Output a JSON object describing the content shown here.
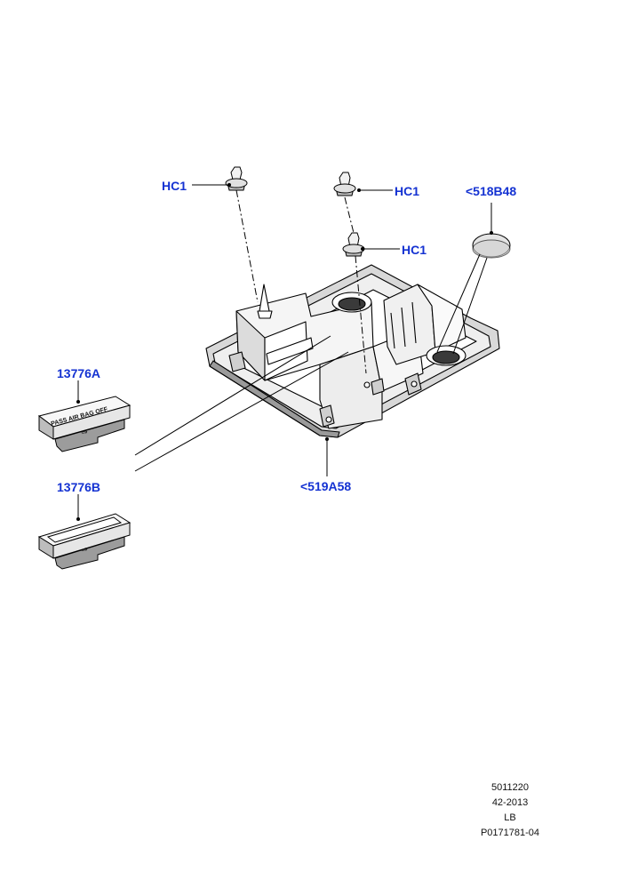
{
  "callouts": {
    "hc1_top_left": "HC1",
    "hc1_top_right": "HC1",
    "hc1_middle": "HC1",
    "lens_cover": "<518B48",
    "switch_a": "13776A",
    "switch_b": "13776B",
    "console_housing": "<519A58"
  },
  "switch_a_markings": {
    "text": "PASS AIR BAG OFF",
    "arrow_glyph": "⇒"
  },
  "footer": {
    "line1": "5011220",
    "line2": "42-2013",
    "line3": "LB",
    "line4": "P0171781-04"
  },
  "colors": {
    "callout_text": "#1432d2",
    "line_art": "#000000",
    "part_shade": "#d9d9d9",
    "part_dark": "#8c8c8c"
  }
}
